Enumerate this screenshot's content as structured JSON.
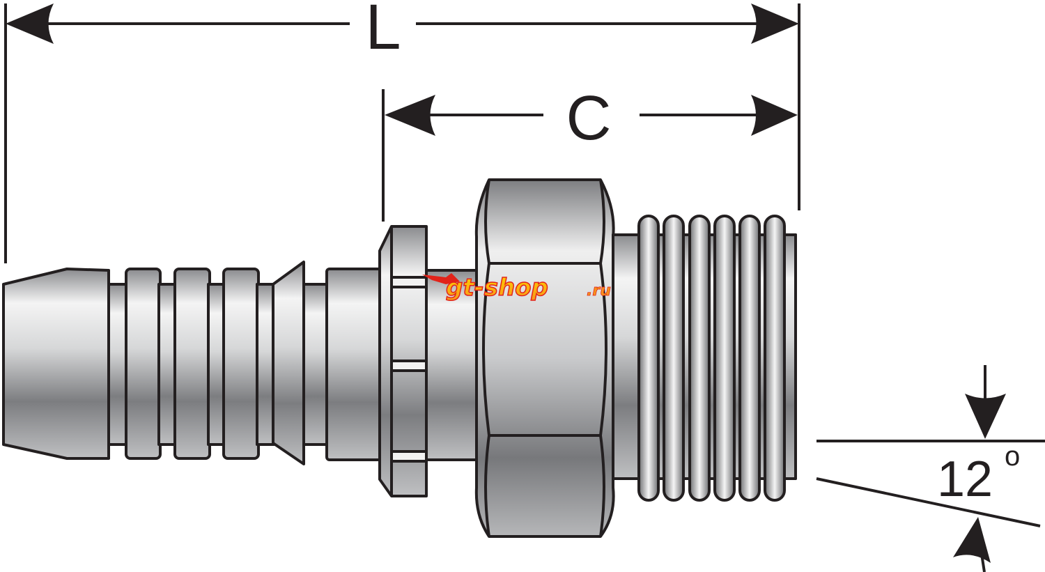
{
  "dimensions": {
    "overall_length_label": "L",
    "cut_length_label": "C",
    "seat_angle_value": "12",
    "seat_angle_unit": "o"
  },
  "watermark": {
    "text": "gt-shop",
    "suffix": ".ru"
  },
  "colors": {
    "outline": "#231f20",
    "metal_dark": "#6d6e71",
    "metal_light": "#f2f2f2",
    "watermark_orange": "#f7941d",
    "watermark_red": "#e2231a"
  }
}
